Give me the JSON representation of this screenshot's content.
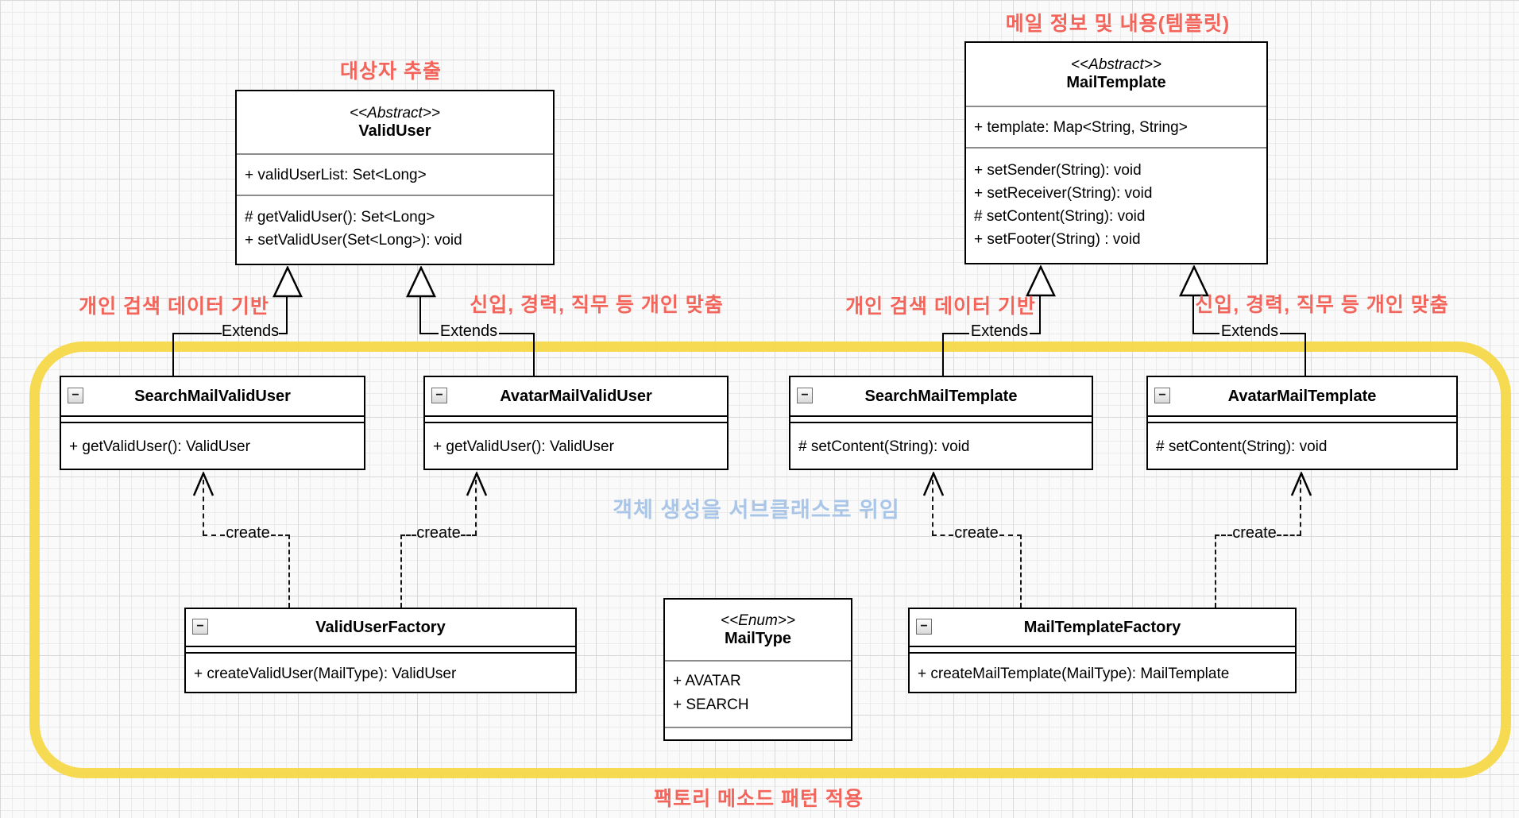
{
  "annotations": {
    "target_extraction": "대상자 추출",
    "mail_info": "메일 정보 및 내용(템플릿)",
    "personal_search_left": "개인 검색 데이터 기반",
    "personal_custom_left": "신입, 경력, 직무 등 개인 맞춤",
    "personal_search_right": "개인 검색 데이터 기반",
    "personal_custom_right": "신입, 경력, 직무 등 개인 맞춤",
    "delegate_note": "객체 생성을 서브클래스로 위임",
    "factory_note": "팩토리 메소드 패턴 적용"
  },
  "labels": {
    "extends": "Extends",
    "create": "create",
    "collapse": "−"
  },
  "colors": {
    "highlight_yellow": "#f5d849",
    "annotation_red": "#f3655b",
    "annotation_blue": "#a9c6e8"
  },
  "classes": {
    "valid_user": {
      "stereotype": "<<Abstract>>",
      "name": "ValidUser",
      "attributes": [
        "+ validUserList: Set<Long>"
      ],
      "methods": [
        "# getValidUser(): Set<Long>",
        "+ setValidUser(Set<Long>): void"
      ]
    },
    "mail_template": {
      "stereotype": "<<Abstract>>",
      "name": "MailTemplate",
      "attributes": [
        "+ template: Map<String, String>"
      ],
      "methods": [
        "+ setSender(String): void",
        "+ setReceiver(String): void",
        "# setContent(String): void",
        "+ setFooter(String) : void"
      ]
    },
    "search_mail_valid_user": {
      "name": "SearchMailValidUser",
      "methods": [
        "+ getValidUser(): ValidUser"
      ]
    },
    "avatar_mail_valid_user": {
      "name": "AvatarMailValidUser",
      "methods": [
        "+ getValidUser(): ValidUser"
      ]
    },
    "search_mail_template": {
      "name": "SearchMailTemplate",
      "methods": [
        "# setContent(String): void"
      ]
    },
    "avatar_mail_template": {
      "name": "AvatarMailTemplate",
      "methods": [
        "# setContent(String): void"
      ]
    },
    "valid_user_factory": {
      "name": "ValidUserFactory",
      "methods": [
        "+ createValidUser(MailType): ValidUser"
      ]
    },
    "mail_type": {
      "stereotype": "<<Enum>>",
      "name": "MailType",
      "values": [
        "+ AVATAR",
        "+ SEARCH"
      ]
    },
    "mail_template_factory": {
      "name": "MailTemplateFactory",
      "methods": [
        "+ createMailTemplate(MailType): MailTemplate"
      ]
    }
  }
}
